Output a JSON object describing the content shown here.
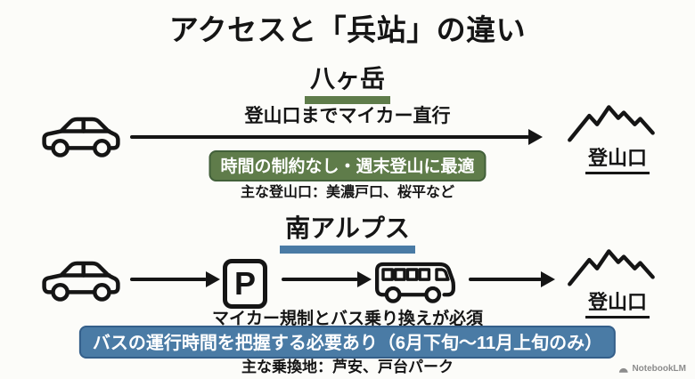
{
  "slide": {
    "title": "アクセスと「兵站」の違い",
    "watermark": "NotebookLM",
    "background_color": "#fcfcf9",
    "text_color": "#151515"
  },
  "sections": {
    "yatsugatake": {
      "heading": "八ヶ岳",
      "accent_color": "#5f7c4a",
      "flow_label": "登山口までマイカー直行",
      "trailhead_label": "登山口",
      "badge": "時間の制約なし・週末登山に最適",
      "note": "主な登山口：美濃戸口、桜平など",
      "flow_icons": [
        "car-icon",
        "arrow",
        "mountain-icon"
      ]
    },
    "minami_alps": {
      "heading": "南アルプス",
      "accent_color": "#4a7ba5",
      "parking_letter": "P",
      "flow_label": "マイカー規制とバス乗り換えが必須",
      "trailhead_label": "登山口",
      "badge": "バスの運行時間を把握する必要あり（6月下旬～11月上旬のみ）",
      "note": "主な乗換地：芦安、戸台パーク",
      "flow_icons": [
        "car-icon",
        "arrow",
        "parking-icon",
        "arrow",
        "bus-icon",
        "arrow",
        "mountain-icon"
      ]
    }
  }
}
